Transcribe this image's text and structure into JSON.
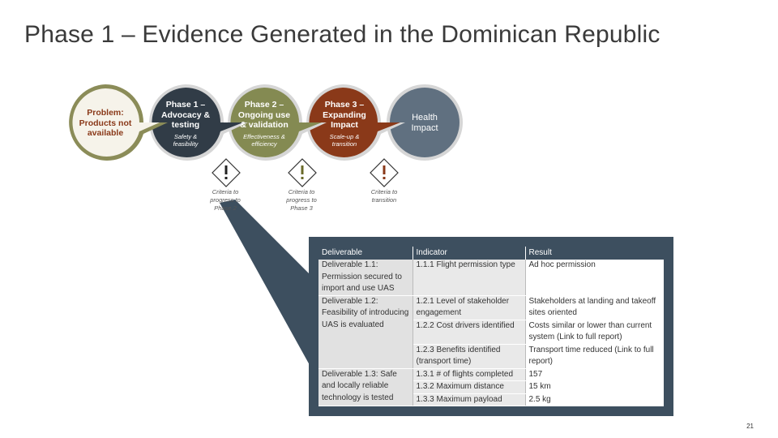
{
  "slide": {
    "title": "Phase 1 – Evidence Generated in the Dominican Republic",
    "page_number": "21"
  },
  "colors": {
    "problem": "#8b8c58",
    "phase1": "#313c47",
    "phase2": "#848a52",
    "phase3": "#8a3919",
    "impact": "#607080",
    "table_header": "#3d4f5f"
  },
  "flow": {
    "problem": {
      "label": "Problem: Products not available"
    },
    "phase1": {
      "label": "Phase 1 – Advocacy & testing",
      "sub": "Safety & feasibility"
    },
    "phase2": {
      "label": "Phase 2 – Ongoing use & validation",
      "sub": "Effectiveness & efficiency"
    },
    "phase3": {
      "label": "Phase 3 – Expanding Impact",
      "sub": "Scale-up & transition"
    },
    "impact": {
      "label": "Health Impact"
    },
    "criteria": [
      {
        "label": "Criteria to progress to Phase 2",
        "icon": "warning-icon"
      },
      {
        "label": "Criteria to progress to Phase 3",
        "icon": "warning-icon"
      },
      {
        "label": "Criteria to transition",
        "icon": "warning-icon"
      }
    ]
  },
  "table": {
    "headers": [
      "Deliverable",
      "Indicator",
      "Result"
    ],
    "rows": [
      {
        "deliverable": "Deliverable 1.1: Permission secured to import and use UAS",
        "indicator": "1.1.1 Flight permission type",
        "result": "Ad hoc permission"
      },
      {
        "deliverable": "Deliverable 1.2: Feasibility of introducing UAS is evaluated",
        "indicator": "1.2.1 Level of stakeholder engagement",
        "result": "Stakeholders at landing and takeoff sites oriented"
      },
      {
        "deliverable": "",
        "indicator": "1.2.2 Cost drivers identified",
        "result": "Costs similar or lower than current system (Link to full report)"
      },
      {
        "deliverable": "",
        "indicator": "1.2.3 Benefits identified (transport time)",
        "result": "Transport time reduced (Link to full report)"
      },
      {
        "deliverable": "Deliverable 1.3: Safe and locally reliable technology is tested",
        "indicator": "1.3.1 # of flights completed",
        "result": "157"
      },
      {
        "deliverable": "",
        "indicator": "1.3.2 Maximum distance",
        "result": "15 km"
      },
      {
        "deliverable": "",
        "indicator": "1.3.3 Maximum payload",
        "result": "2.5 kg"
      }
    ]
  }
}
